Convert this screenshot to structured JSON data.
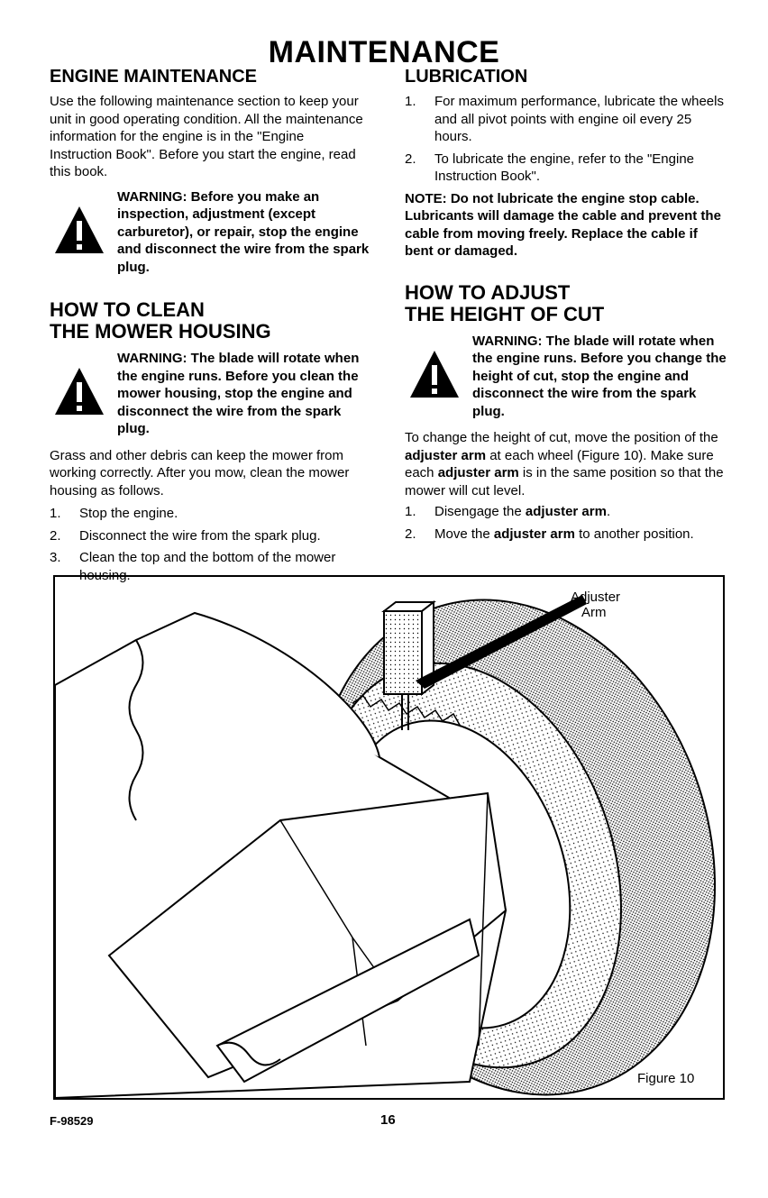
{
  "page_title": "MAINTENANCE",
  "left": {
    "engine_heading": "ENGINE MAINTENANCE",
    "engine_intro": "Use the following maintenance section to keep your unit in good operating condition. All the maintenance information for the engine is in the \"Engine Instruction Book\". Before you start the engine, read this book.",
    "warning1": "WARNING: Before you make an inspection, adjustment (except carburetor), or repair, stop the engine and disconnect the wire from the spark plug.",
    "clean_heading_line1": "HOW TO CLEAN",
    "clean_heading_line2": "THE MOWER HOUSING",
    "warning2": "WARNING: The blade will rotate when the engine runs. Before you clean the mower housing, stop the engine and disconnect the wire from the spark plug.",
    "clean_intro": "Grass and other debris can keep the mower from working correctly. After you mow, clean the mower housing as follows.",
    "steps": [
      {
        "num": "1.",
        "text": "Stop the engine."
      },
      {
        "num": "2.",
        "text": "Disconnect the wire from the spark plug."
      },
      {
        "num": "3.",
        "text": "Clean the top and the bottom of the mower housing."
      }
    ]
  },
  "right": {
    "lube_heading": "LUBRICATION",
    "lube_steps": [
      {
        "num": "1.",
        "text": "For maximum performance, lubricate the wheels and all pivot points with engine oil every 25 hours."
      },
      {
        "num": "2.",
        "text": "To lubricate the engine, refer to the \"Engine Instruction Book\"."
      }
    ],
    "lube_note": "NOTE: Do not lubricate the engine stop cable. Lubricants will damage the cable and prevent the cable from moving freely. Replace the cable if bent or damaged.",
    "adjust_heading_line1": "HOW TO ADJUST",
    "adjust_heading_line2": "THE HEIGHT OF CUT",
    "warning3": "WARNING: The blade will rotate when the engine runs. Before you change the height of cut, stop the engine and disconnect the wire from the spark plug.",
    "adjust_intro_a": "To change the height of cut, move the position of the ",
    "adjust_intro_b": "adjuster arm",
    "adjust_intro_c": " at each wheel (Figure 10). Make sure each ",
    "adjust_intro_d": "adjuster arm",
    "adjust_intro_e": " is in the same position so that the mower will cut level.",
    "adjust_steps": [
      {
        "num": "1.",
        "pre": "Disengage the ",
        "bold": "adjuster arm",
        "post": "."
      },
      {
        "num": "2.",
        "pre": "Move the ",
        "bold": "adjuster arm",
        "post": " to another position."
      }
    ]
  },
  "figure": {
    "label_line1": "Adjuster",
    "label_line2": "Arm",
    "caption": "Figure 10"
  },
  "footer": {
    "doc_number": "F-98529",
    "page_number": "16"
  }
}
